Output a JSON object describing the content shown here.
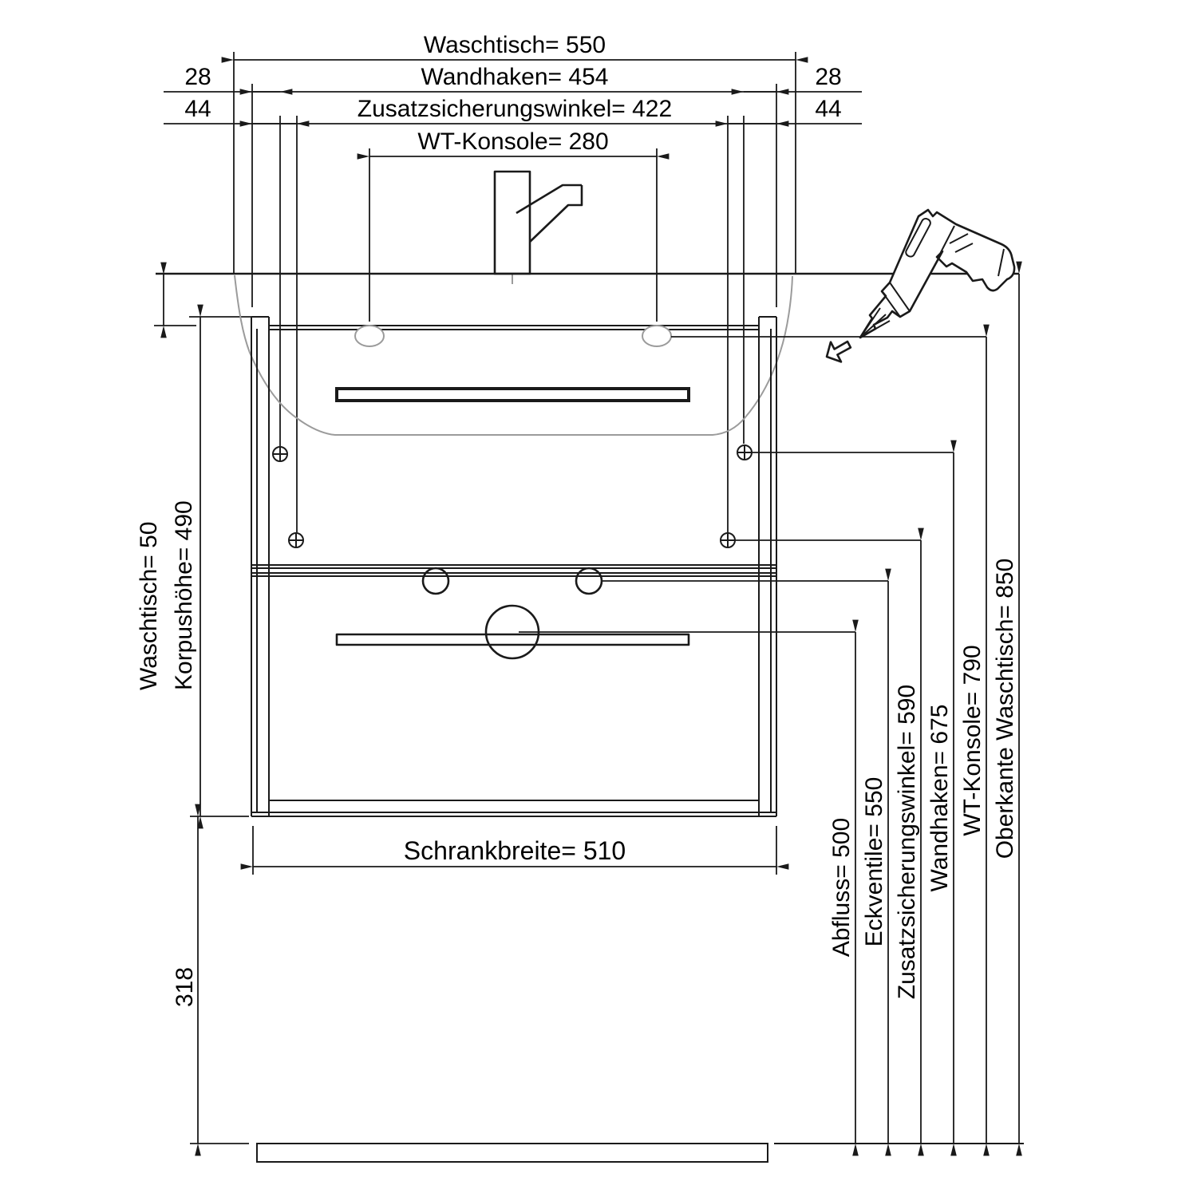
{
  "drawing": {
    "type": "installation-dimension-drawing",
    "subject": "washbasin with vanity cabinet, wall hooks and console brackets"
  },
  "dimensions": {
    "top": [
      {
        "name": "waschtisch-breite",
        "label": "Waschtisch= 550",
        "value": 550
      },
      {
        "name": "wandhaken-breite",
        "label": "Wandhaken= 454",
        "value": 454
      },
      {
        "name": "zusatzwinkel-breite",
        "label": "Zusatzsicherungswinkel= 422",
        "value": 422
      },
      {
        "name": "wt-konsole-breite",
        "label": "WT-Konsole= 280",
        "value": 280
      }
    ],
    "top_gaps": {
      "gap_28": "28",
      "gap_44": "44"
    },
    "left": [
      {
        "name": "waschtisch-hoehe",
        "label": "Waschtisch= 50",
        "value": 50
      },
      {
        "name": "korpus-hoehe",
        "label": "Korpushöhe= 490",
        "value": 490
      },
      {
        "name": "sockel-abstand",
        "label": "318",
        "value": 318
      }
    ],
    "bottom": {
      "name": "schrankbreite",
      "label": "Schrankbreite= 510",
      "value": 510
    },
    "right": [
      {
        "name": "abfluss-hoehe",
        "label": "Abfluss= 500",
        "value": 500
      },
      {
        "name": "eckventile-hoehe",
        "label": "Eckventile= 550",
        "value": 550
      },
      {
        "name": "zusatzwinkel-hoehe",
        "label": "Zusatzsicherungswinkel= 590",
        "value": 590
      },
      {
        "name": "wandhaken-hoehe",
        "label": "Wandhaken= 675",
        "value": 675
      },
      {
        "name": "wt-konsole-hoehe",
        "label": "WT-Konsole= 790",
        "value": 790
      },
      {
        "name": "oberkante-hoehe",
        "label": "Oberkante Waschtisch= 850",
        "value": 850
      }
    ]
  },
  "icons": [
    {
      "name": "cordless-drill-icon",
      "meaning": "power screwdriver for mounting"
    },
    {
      "name": "direction-arrow-icon",
      "meaning": "screw-in direction"
    }
  ],
  "colors": {
    "line": "#1a1a1a",
    "sink_outline": "#9b9b9b",
    "background": "#ffffff"
  }
}
